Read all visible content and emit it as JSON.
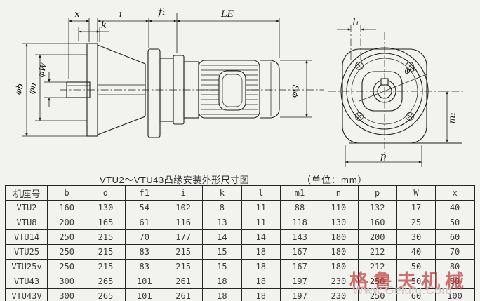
{
  "page": {
    "background": "#f2f2ef",
    "title": "VTU2～VTU43凸缘安装外形尺寸图",
    "unit_note": "（单位：mm）"
  },
  "drawing": {
    "side_view": {
      "dim_x": "x",
      "dim_k": "k",
      "dim_i": "i",
      "dim_f1": "f₁",
      "dim_le": "LE",
      "dim_phi_b": "φb",
      "dim_phi_n": "φn",
      "dim_phi_w": "φW",
      "dim_phi_g": "φG"
    },
    "front_view": {
      "dim_l1": "l₁",
      "dim_phi_d": "φd",
      "dim_m1": "m₁",
      "dim_p": "p"
    }
  },
  "table": {
    "headers": [
      "机座号",
      "b",
      "d",
      "f1",
      "i",
      "k",
      "l",
      "m1",
      "n",
      "p",
      "W",
      "x"
    ],
    "rows": [
      [
        "VTU2",
        "160",
        "130",
        "54",
        "102",
        "8",
        "11",
        "88",
        "110",
        "132",
        "17",
        "40"
      ],
      [
        "VTU8",
        "200",
        "165",
        "61",
        "116",
        "13",
        "11",
        "118",
        "130",
        "160",
        "25",
        "50"
      ],
      [
        "VTU14",
        "250",
        "215",
        "70",
        "177",
        "14",
        "14",
        "143",
        "180",
        "200",
        "30",
        "60"
      ],
      [
        "VTU25",
        "250",
        "215",
        "83",
        "215",
        "15",
        "18",
        "167",
        "180",
        "212",
        "40",
        "70"
      ],
      [
        "VTU25v",
        "250",
        "215",
        "83",
        "215",
        "15",
        "18",
        "167",
        "180",
        "212",
        "50",
        "80"
      ],
      [
        "VTU43",
        "300",
        "265",
        "101",
        "261",
        "18",
        "18",
        "197",
        "230",
        "250",
        "50",
        "80"
      ],
      [
        "VTU43V",
        "300",
        "265",
        "101",
        "261",
        "18",
        "18",
        "197",
        "230",
        "250",
        "60",
        "100"
      ]
    ]
  },
  "watermark": {
    "brand": "格鲁夫机械",
    "url": "Www.Gelufu.Com",
    "red": "#c23a3a",
    "gray": "#c7c5bf"
  }
}
